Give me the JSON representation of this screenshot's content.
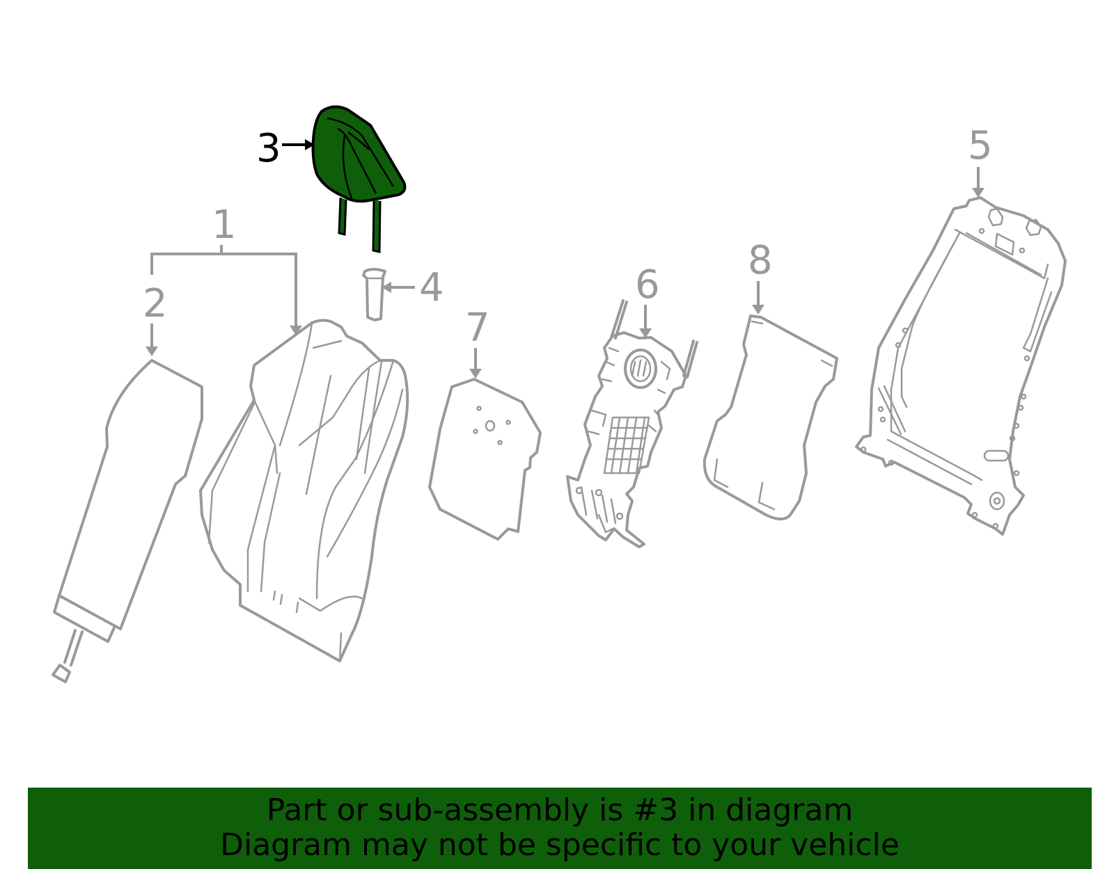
{
  "diagram": {
    "highlight_color": "#0f5f0a",
    "part_color": "#999999",
    "highlighted_part": "3",
    "callouts": [
      "1",
      "2",
      "3",
      "4",
      "5",
      "6",
      "7",
      "8"
    ]
  },
  "banner": {
    "line1": "Part or sub-assembly is #3 in diagram",
    "line2": "Diagram may not be specific to your vehicle"
  }
}
